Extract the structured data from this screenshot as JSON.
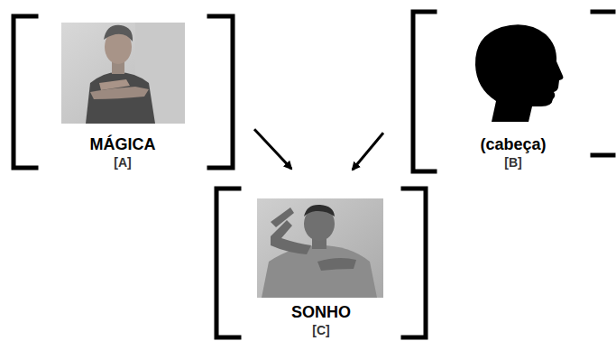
{
  "diagram": {
    "nodes": [
      {
        "text": [
          "MÁGICA",
          "[A]"
        ]
      },
      {
        "text": [
          "(cabeça)",
          "[B]"
        ]
      },
      {
        "text": [
          "SONHO",
          "[C]"
        ]
      }
    ],
    "edges": [
      {
        "from": 0,
        "to": 2,
        "arrow": "to"
      },
      {
        "from": 1,
        "to": 2,
        "arrow": "to"
      }
    ]
  }
}
